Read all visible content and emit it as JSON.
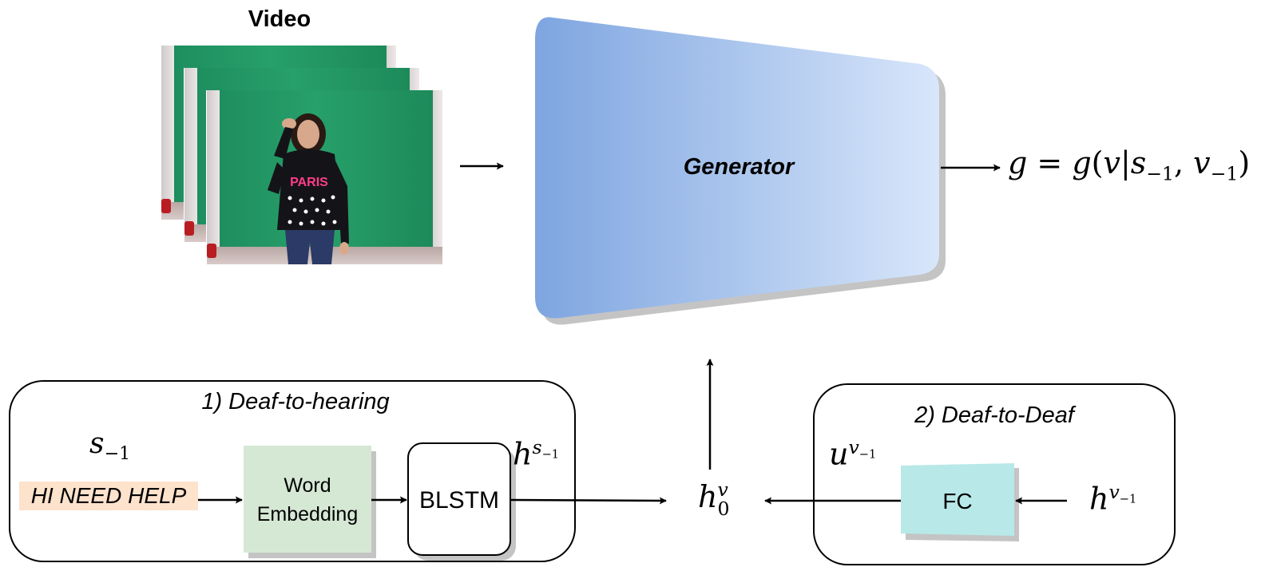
{
  "video_title": "Video",
  "generator_label": "Generator",
  "output": {
    "lhs": "g",
    "eq": " = ",
    "fn": "g",
    "open": "(",
    "v": "v",
    "bar": "|",
    "s": "s",
    "s_sub": "−1",
    "comma": ", ",
    "v2": "v",
    "v_sub": "−1",
    "close": ")"
  },
  "deaf_to_hearing": {
    "title": "1) Deaf-to-hearing",
    "input_symbol": "s",
    "input_symbol_sub": "−1",
    "input_text": "HI NEED HELP",
    "word_embedding": [
      "Word",
      "Embedding"
    ],
    "blstm": "BLSTM",
    "hidden": "h",
    "hidden_sup_base": "s",
    "hidden_sup_sub": "−1"
  },
  "deaf_to_deaf": {
    "title": "2) Deaf-to-Deaf",
    "fc": "FC",
    "u": "u",
    "u_sup_base": "v",
    "u_sup_sub": "−1",
    "h": "h",
    "h_sup_base": "v",
    "h_sup_sub": "−1"
  },
  "merge": {
    "h": "h",
    "sub": "0",
    "sup": "v"
  },
  "colors": {
    "generator_left": "#7ea5e0",
    "generator_right": "#d8e6fa",
    "word_embedding": "#d5e8d4",
    "fc": "#b8e8e8",
    "highlight": "#fde2cc"
  }
}
